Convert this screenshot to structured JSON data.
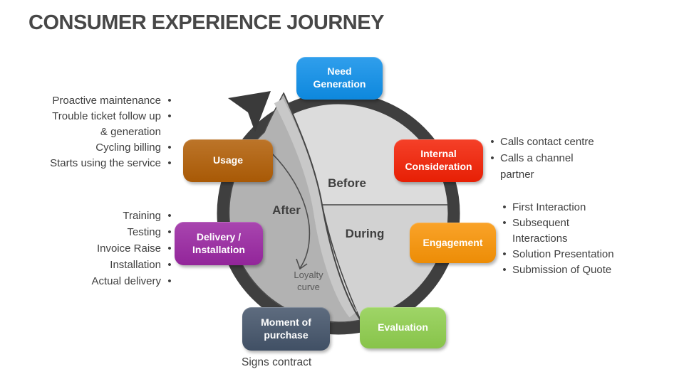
{
  "title": "CONSUMER EXPERIENCE JOURNEY",
  "diagram": {
    "phase_labels": {
      "before": "Before",
      "during": "During",
      "after": "After"
    },
    "loyalty_curve_label": "Loyalty curve",
    "ring_color": "#3f3f3f",
    "segment_colors": {
      "before": "#dcdcdc",
      "during": "#d2d2d2",
      "after": "#b2b2b2"
    }
  },
  "stages": [
    {
      "id": "need-generation",
      "label": "Need Generation",
      "color": "#0e8fe9"
    },
    {
      "id": "internal-consideration",
      "label": "Internal Consideration",
      "color": "#f32105"
    },
    {
      "id": "engagement",
      "label": "Engagement",
      "color": "#f99406"
    },
    {
      "id": "evaluation",
      "label": "Evaluation",
      "color": "#8fce4e"
    },
    {
      "id": "moment-of-purchase",
      "label": "Moment of purchase",
      "color": "#44546a"
    },
    {
      "id": "delivery-installation",
      "label": "Delivery / Installation",
      "color": "#9a27a2"
    },
    {
      "id": "usage",
      "label": "Usage",
      "color": "#b15e06"
    }
  ],
  "notes": {
    "usage_notes": {
      "lines": [
        {
          "text": "Proactive maintenance",
          "bullet": "•"
        },
        {
          "text": "Trouble ticket follow up",
          "bullet": "•"
        },
        {
          "text": "& generation",
          "bullet": ""
        },
        {
          "text": "Cycling billing",
          "bullet": "•"
        },
        {
          "text": "Starts using the service",
          "bullet": "•"
        }
      ]
    },
    "delivery_notes": {
      "lines": [
        {
          "text": "Training",
          "bullet": "•"
        },
        {
          "text": "Testing",
          "bullet": "•"
        },
        {
          "text": "Invoice Raise",
          "bullet": "•"
        },
        {
          "text": "Installation",
          "bullet": "•"
        },
        {
          "text": "Actual delivery",
          "bullet": "•"
        }
      ]
    },
    "consideration_notes": {
      "lines": [
        {
          "bullet": "•",
          "text": "Calls contact centre"
        },
        {
          "bullet": "•",
          "text": "Calls a channel"
        },
        {
          "bullet": "",
          "text": "partner"
        }
      ]
    },
    "engagement_notes": {
      "lines": [
        {
          "bullet": "•",
          "text": "First Interaction"
        },
        {
          "bullet": "•",
          "text": "Subsequent"
        },
        {
          "bullet": "",
          "text": "Interactions"
        },
        {
          "bullet": "•",
          "text": "Solution Presentation"
        },
        {
          "bullet": "•",
          "text": "Submission of Quote"
        }
      ]
    },
    "purchase_note": "Signs contract"
  }
}
